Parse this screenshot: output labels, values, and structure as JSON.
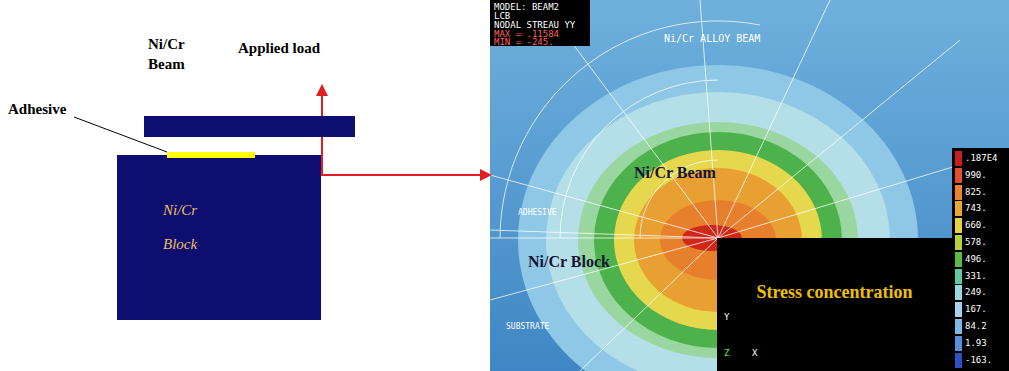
{
  "diagram": {
    "nodes": [
      {
        "text": [
          "Ni/Cr Beam"
        ]
      },
      {
        "text": [
          "Ni/Cr Block"
        ]
      },
      {
        "text": [
          "Stress concentration"
        ]
      }
    ],
    "labels": [
      "Applied load",
      "Adhesive",
      "MODEL: BEAM2",
      "LCB",
      "NODAL STREAU YY",
      "MAX = .11584",
      "MIN = -245.",
      "Ni/Cr ALLOY BEAM",
      "Ni/Cr Beam",
      "Ni/Cr Block",
      "ADHESIVE",
      "SUBSTRATE",
      "Y",
      "Z",
      "X"
    ],
    "legend": [
      {
        "text": ".187E4",
        "color": "#c81e1e"
      },
      {
        "text": "990.",
        "color": "#e0502a"
      },
      {
        "text": "825.",
        "color": "#e8842a"
      },
      {
        "text": "743.",
        "color": "#e8a830"
      },
      {
        "text": "660.",
        "color": "#e8d040"
      },
      {
        "text": "578.",
        "color": "#b8d040"
      },
      {
        "text": "496.",
        "color": "#5cb848"
      },
      {
        "text": "331.",
        "color": "#60c8a0"
      },
      {
        "text": "249.",
        "color": "#98d8e0"
      },
      {
        "text": "167.",
        "color": "#a8d0f0"
      },
      {
        "text": "84.2",
        "color": "#80b8e8"
      },
      {
        "text": "1.93",
        "color": "#5890d8"
      },
      {
        "text": "-163.",
        "color": "#3050c0"
      }
    ]
  }
}
